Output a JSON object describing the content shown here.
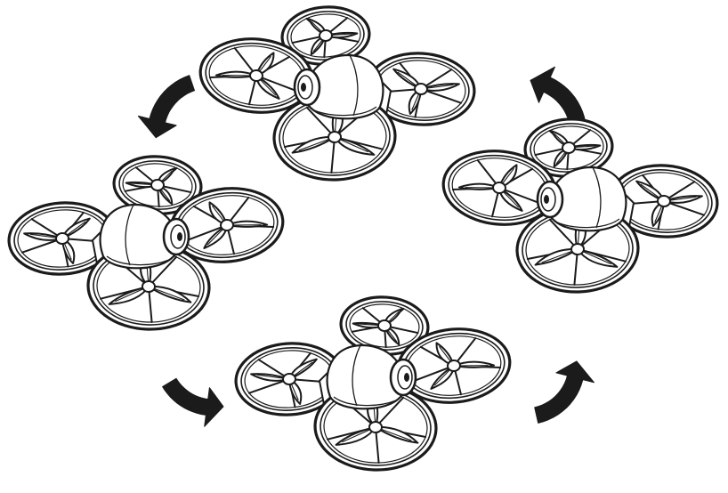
{
  "diagram": {
    "drones": [
      {
        "id": "top",
        "camera_facing": "left"
      },
      {
        "id": "right",
        "camera_facing": "left"
      },
      {
        "id": "bottom",
        "camera_facing": "right"
      },
      {
        "id": "left",
        "camera_facing": "right"
      }
    ],
    "arrows": [
      {
        "id": "top-to-left",
        "direction": "counter-clockwise"
      },
      {
        "id": "left-to-bottom",
        "direction": "counter-clockwise"
      },
      {
        "id": "bottom-to-right",
        "direction": "counter-clockwise"
      },
      {
        "id": "right-to-top",
        "direction": "counter-clockwise"
      }
    ],
    "line_color": "#1b1b1b",
    "background_color": "#ffffff"
  }
}
